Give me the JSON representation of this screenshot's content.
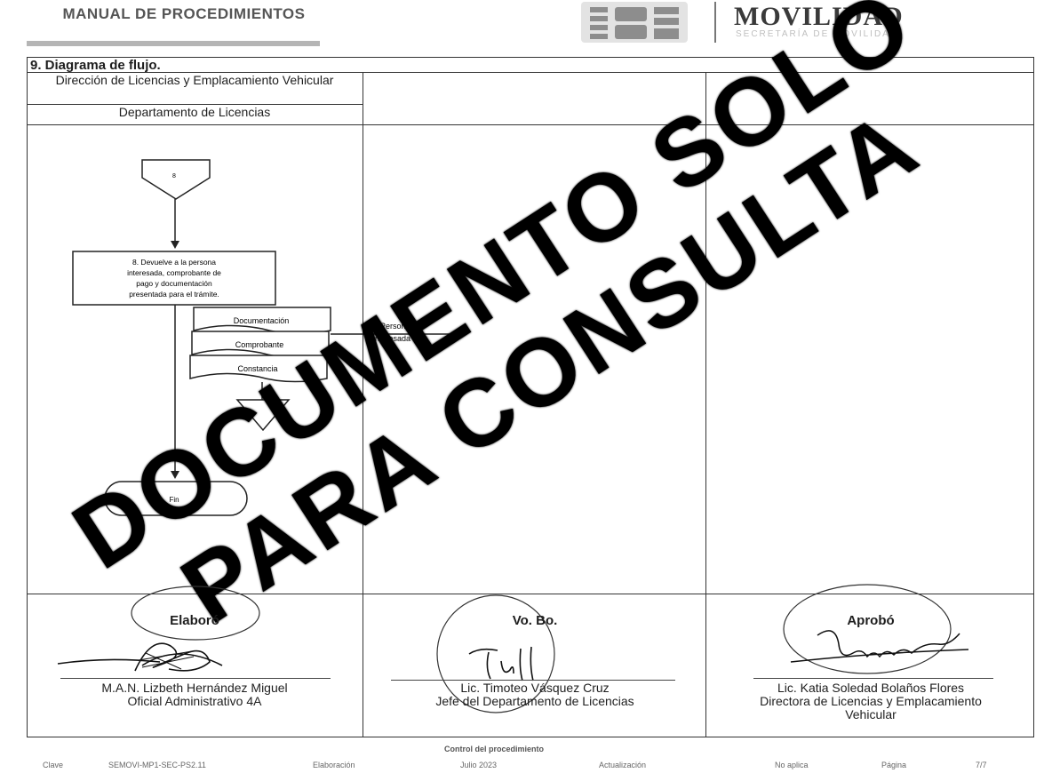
{
  "header": {
    "manual_title": "MANUAL DE PROCEDIMIENTOS",
    "org_title": "MOVILIDAD",
    "org_subtitle": "SECRETARÍA DE MOVILIDAD"
  },
  "section_title": "9. Diagrama de flujo.",
  "lanes": {
    "lane1_area": "Dirección de Licencias y Emplacamiento Vehicular",
    "lane1_department": "Departamento de Licencias"
  },
  "flow": {
    "connector_label": "8",
    "step_text_lines": [
      "8. Devuelve a la persona",
      "interesada, comprobante de",
      "pago  y  documentación",
      "presentada para el trámite."
    ],
    "documents": [
      "Documentación",
      "Comprobante",
      "Constancia"
    ],
    "recipient_lines": [
      "Persona",
      "interesada"
    ],
    "end_label": "Fin"
  },
  "watermark": {
    "line1": "DOCUMENTO SOLO",
    "line2": "PARA CONSULTA"
  },
  "signatures": [
    {
      "label": "Elaboró",
      "name": "M.A.N. Lizbeth Hernández Miguel",
      "role": "Oficial Administrativo 4A"
    },
    {
      "label": "Vo. Bo.",
      "name": "Lic. Timoteo Vásquez Cruz",
      "role": "Jefe del Departamento de Licencias"
    },
    {
      "label": "Aprobó",
      "name": "Lic. Katia Soledad Bolaños Flores",
      "role": "Directora de Licencias y Emplacamiento Vehicular"
    }
  ],
  "footer": {
    "control_title": "Control del procedimiento",
    "clave_label": "Clave",
    "clave_value": "SEMOVI-MP1-SEC-PS2.11",
    "elaboracion_label": "Elaboración",
    "elaboracion_value": "Julio 2023",
    "actualizacion_label": "Actualización",
    "actualizacion_value": "No aplica",
    "pagina_label": "Página",
    "pagina_value": "7/7"
  }
}
